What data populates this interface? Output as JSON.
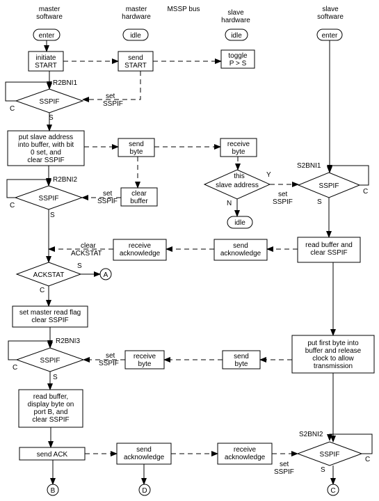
{
  "columns": {
    "master_software": [
      "master",
      "software"
    ],
    "master_hardware": [
      "master",
      "hardware"
    ],
    "mssp_bus": "MSSP bus",
    "slave_hardware": [
      "slave",
      "hardware"
    ],
    "slave_software": [
      "slave",
      "software"
    ]
  },
  "terminals": {
    "master_enter": "enter",
    "master_idle": "idle",
    "slave_idle_top": "idle",
    "slave_enter": "enter",
    "slave_idle_mid": "idle"
  },
  "connectors": {
    "a": "A",
    "b": "B",
    "c": "C",
    "d": "D"
  },
  "boxes": {
    "initiate_start": [
      "initiate",
      "START"
    ],
    "send_start": [
      "send",
      "START"
    ],
    "toggle": [
      "toggle",
      "P > S"
    ],
    "put_slave_address": [
      "put slave address",
      "into buffer, with bit",
      "0 set, and",
      "clear SSPIF"
    ],
    "send_byte_hw": [
      "send",
      "byte"
    ],
    "receive_byte_slave": [
      "receive",
      "byte"
    ],
    "clear_buffer": [
      "clear",
      "buffer"
    ],
    "receive_ack_master": [
      "receive",
      "acknowledge"
    ],
    "send_ack_slave": [
      "send",
      "acknowledge"
    ],
    "read_buffer_clear": [
      "read buffer and",
      "clear SSPIF"
    ],
    "set_master_read": [
      "set master read flag",
      "clear SSPIF"
    ],
    "put_first_byte": [
      "put first byte into",
      "buffer and release",
      "clock to allow",
      "transmission"
    ],
    "receive_byte_master": [
      "receive",
      "byte"
    ],
    "send_byte_slave": [
      "send",
      "byte"
    ],
    "read_buffer_display": [
      "read buffer,",
      "display byte on",
      "port B, and",
      "clear SSPIF"
    ],
    "send_ack_master_sw": "send ACK",
    "send_ack_master_hw": [
      "send",
      "acknowledge"
    ],
    "receive_ack_slave": [
      "receive",
      "acknowledge"
    ]
  },
  "decisions": {
    "sspif_1": "SSPIF",
    "sspif_2": "SSPIF",
    "this_slave_address": [
      "this",
      "slave address"
    ],
    "sspif_slave_1": "SSPIF",
    "ackstat": "ACKSTAT",
    "sspif_3": "SSPIF",
    "sspif_slave_2": "SSPIF"
  },
  "labels": {
    "r2bni1": "R2BNI1",
    "r2bni2": "R2BNI2",
    "r2bni3": "R2BNI3",
    "s2bni1": "S2BNI1",
    "s2bni2": "S2BNI2",
    "set_sspif_1": [
      "set",
      "SSPIF"
    ],
    "set_sspif_2": [
      "set",
      "SSPIF"
    ],
    "set_sspif_slave_1": [
      "set",
      "SSPIF"
    ],
    "clear_ackstat": [
      "clear",
      "ACKSTAT"
    ],
    "set_sspif_3": [
      "set",
      "SSPIF"
    ],
    "set_sspif_slave_2": [
      "set",
      "SSPIF"
    ],
    "c": "C",
    "s": "S",
    "y": "Y",
    "n": "N"
  }
}
